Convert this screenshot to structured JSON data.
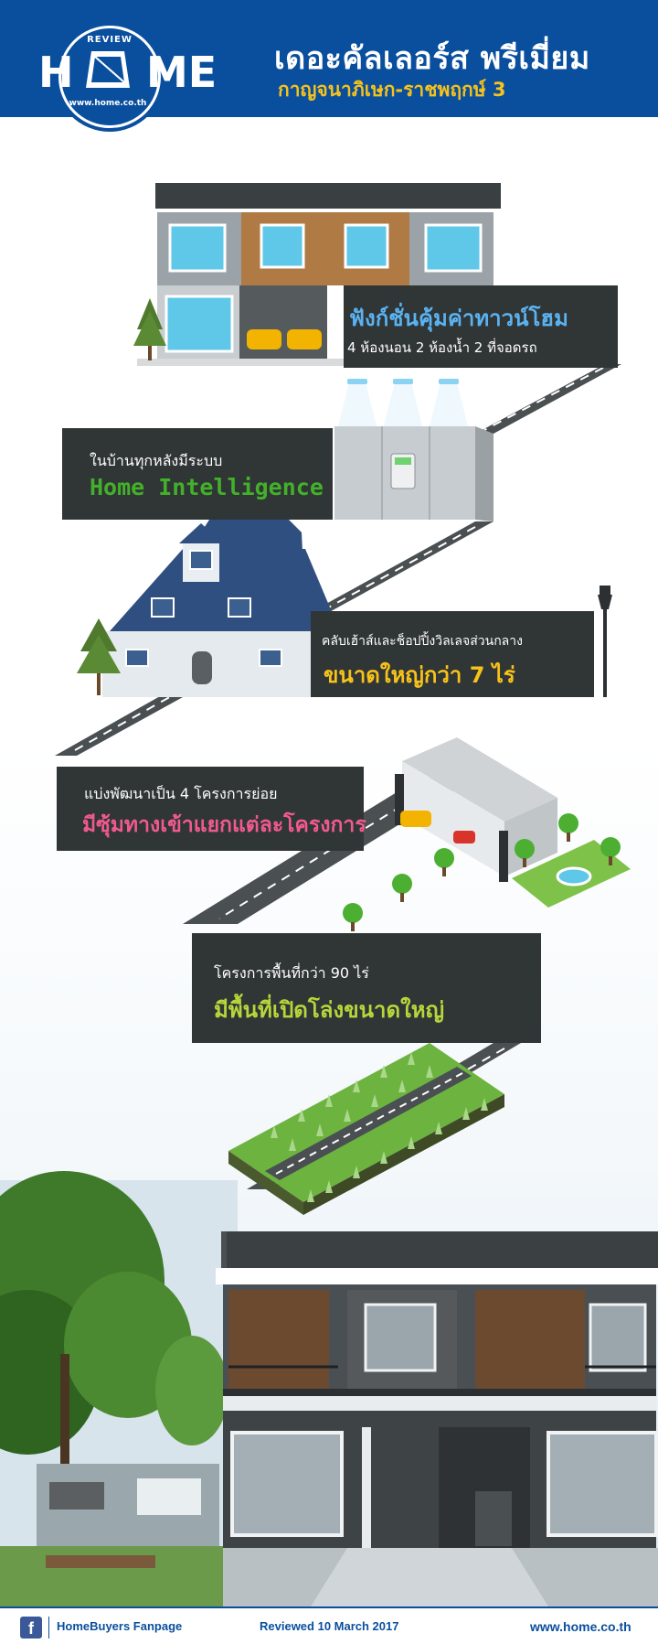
{
  "header": {
    "logo_top": "REVIEW",
    "logo_left": "H",
    "logo_right": "ME",
    "logo_url": "www.home.co.th",
    "title": "เดอะคัลเลอร์ส พรีเมี่ยม",
    "subtitle": "กาญจนาภิเษก-ราชพฤกษ์ 3"
  },
  "features": [
    {
      "line1": "ฟังก์ชั่นคุ้มค่าทาวน์โฮม",
      "line2": "4 ห้องนอน 2 ห้องน้ำ 2 ที่จอดรถ"
    },
    {
      "line1": "ในบ้านทุกหลังมีระบบ",
      "line2": "Home Intelligence"
    },
    {
      "line1": "คลับเฮ้าส์และช็อปปิ้งวิลเลจส่วนกลาง",
      "line2": "ขนาดใหญ่กว่า 7 ไร่"
    },
    {
      "line1": "แบ่งพัฒนาเป็น 4 โครงการย่อย",
      "line2": "มีซุ้มทางเข้าแยกแต่ละโครงการ"
    },
    {
      "line1": "โครงการพื้นที่กว่า 90 ไร่",
      "line2": "มีพื้นที่เปิดโล่งขนาดใหญ่"
    }
  ],
  "colors": {
    "brand_blue": "#0a4f9e",
    "box_dark": "#303536",
    "accent_blue": "#5ab2f0",
    "accent_green": "#43b02a",
    "accent_yellow": "#f7c21a",
    "accent_pink": "#f05a8c",
    "accent_lime": "#b6d63a"
  },
  "footer": {
    "fb_icon": "facebook-icon",
    "fanpage": "HomeBuyers Fanpage",
    "reviewed": "Reviewed 10 March 2017",
    "website": "www.home.co.th"
  }
}
